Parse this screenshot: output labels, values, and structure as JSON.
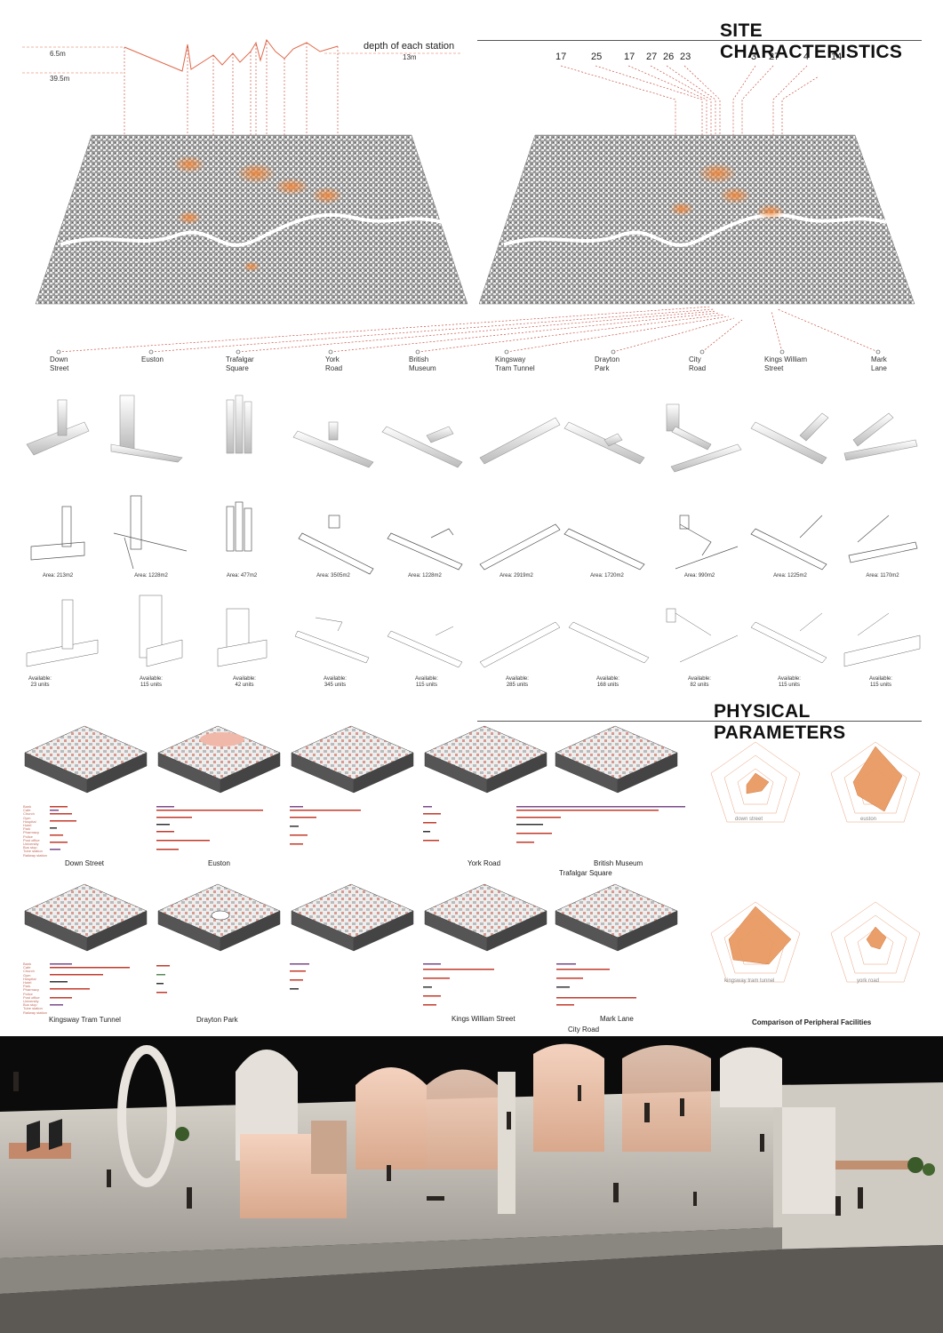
{
  "headings": {
    "site": "SITE CHARACTERISTICS",
    "physical": "PHYSICAL PARAMETERS"
  },
  "depth": {
    "title": "depth of each station",
    "shallow": "6.5m",
    "deep": "39.5m",
    "mid": "13m"
  },
  "numbers": [
    "17",
    "25",
    "17",
    "27",
    "26",
    "23",
    "3",
    "27",
    "4",
    "14"
  ],
  "stations": [
    {
      "line1": "Down",
      "line2": "Street"
    },
    {
      "line1": "Euston",
      "line2": ""
    },
    {
      "line1": "Trafalgar",
      "line2": "Square"
    },
    {
      "line1": "York",
      "line2": "Road"
    },
    {
      "line1": "British",
      "line2": "Museum"
    },
    {
      "line1": "Kingsway",
      "line2": "Tram Tunnel"
    },
    {
      "line1": "Drayton",
      "line2": "Park"
    },
    {
      "line1": "City",
      "line2": "Road"
    },
    {
      "line1": "Kings William",
      "line2": "Street"
    },
    {
      "line1": "Mark",
      "line2": "Lane"
    }
  ],
  "areas": [
    "Area: 213m2",
    "Area: 1228m2",
    "Area: 477m2",
    "Area: 3505m2",
    "Area: 1228m2",
    "Area: 2919m2",
    "Area: 1720m2",
    "Area: 990m2",
    "Area: 1225m2",
    "Area: 1170m2"
  ],
  "units": [
    "23 units",
    "115 units",
    "42 units",
    "345 units",
    "115 units",
    "285 units",
    "168 units",
    "82 units",
    "115 units",
    "115 units"
  ],
  "available_label": "Available:",
  "facilities": [
    "Bank",
    "Cafe",
    "Church",
    "Gym",
    "Hospital",
    "Hotel",
    "Park",
    "Pharmacy",
    "Police",
    "Post office",
    "University",
    "Bus stop",
    "Tube station",
    "Railway station"
  ],
  "block_captions_row1": [
    "Down Street",
    "Euston",
    "York Road",
    "British Museum",
    "Trafalgar Square"
  ],
  "block_captions_row2": [
    "Kingsway Tram Tunnel",
    "Drayton Park",
    "Kings William Street",
    "Mark Lane",
    "City Road"
  ],
  "radar_captions": [
    "down street",
    "euston",
    "kingsway tram tunnel",
    "york road"
  ],
  "radar_title": "Comparison of Peripheral Facilities",
  "colors": {
    "accent": "#e06a4a",
    "orange_fill": "#e8a06a",
    "dark": "#111111"
  }
}
